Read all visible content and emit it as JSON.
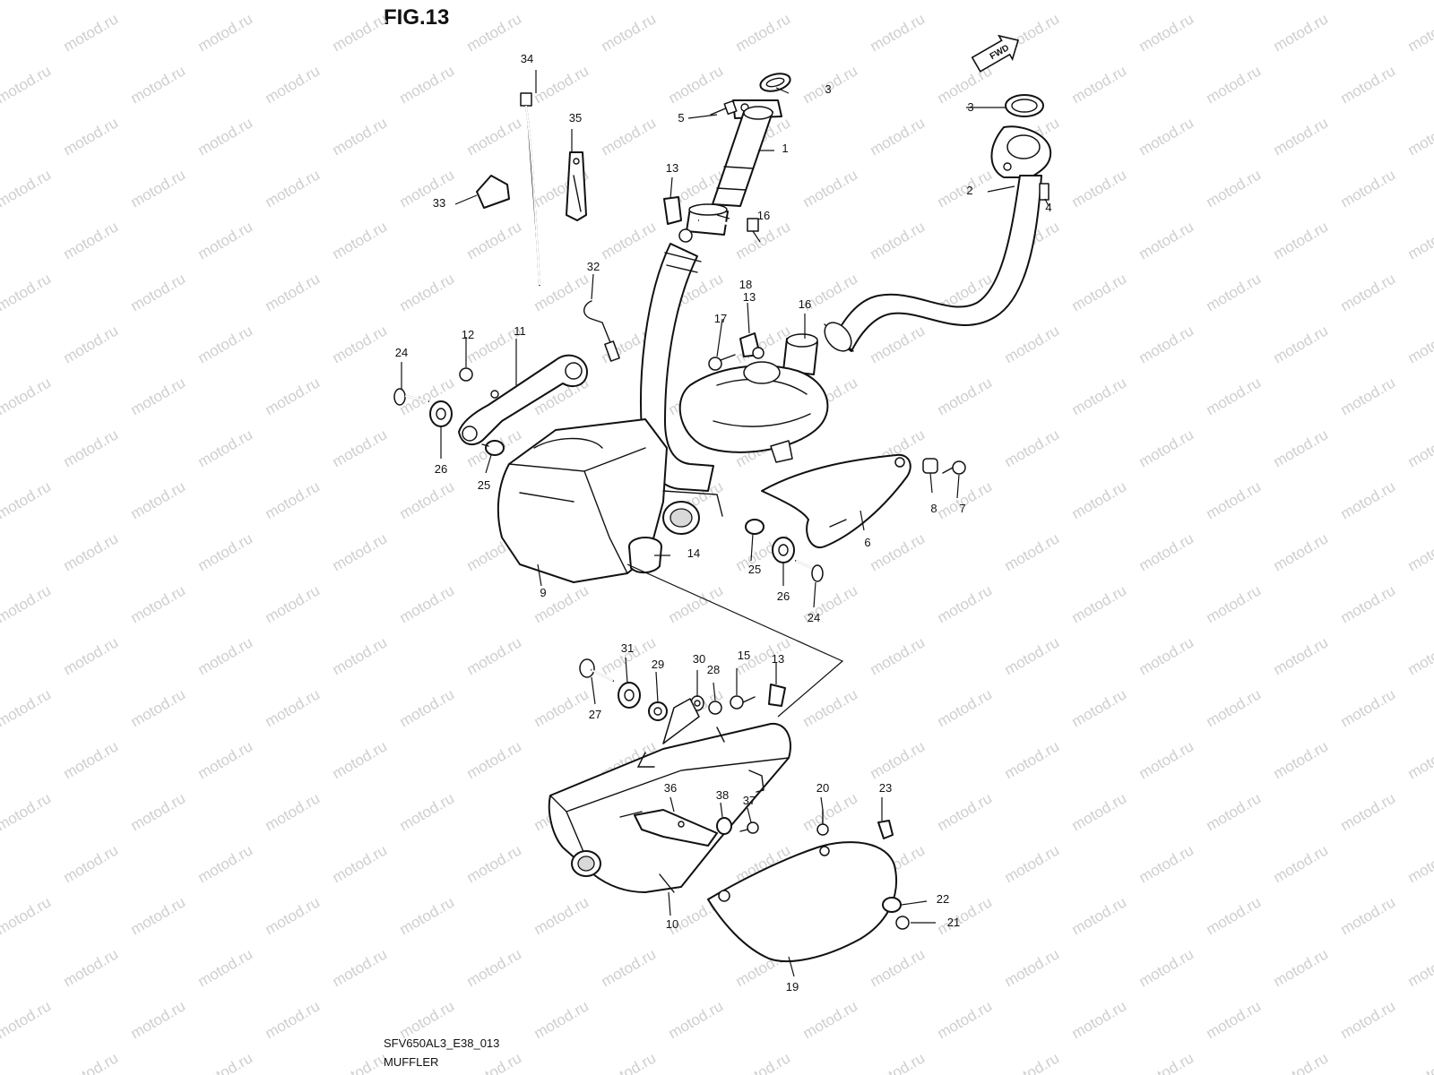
{
  "figure_title": "FIG.13",
  "diagram_code": "SFV650AL3_E38_013",
  "caption": "MUFFLER",
  "watermark_text": "motod.ru",
  "forward_marker": "FWD",
  "part_numbers": [
    "1",
    "2",
    "3",
    "3",
    "4",
    "5",
    "6",
    "7",
    "8",
    "9",
    "10",
    "11",
    "12",
    "13",
    "13",
    "13",
    "14",
    "15",
    "16",
    "16",
    "17",
    "18",
    "19",
    "20",
    "21",
    "22",
    "23",
    "24",
    "24",
    "25",
    "25",
    "26",
    "26",
    "27",
    "28",
    "29",
    "30",
    "31",
    "32",
    "33",
    "34",
    "35",
    "36",
    "37",
    "38"
  ],
  "colors": {
    "line": "#111111",
    "watermark": "#cfcfcf",
    "background": "#ffffff"
  }
}
